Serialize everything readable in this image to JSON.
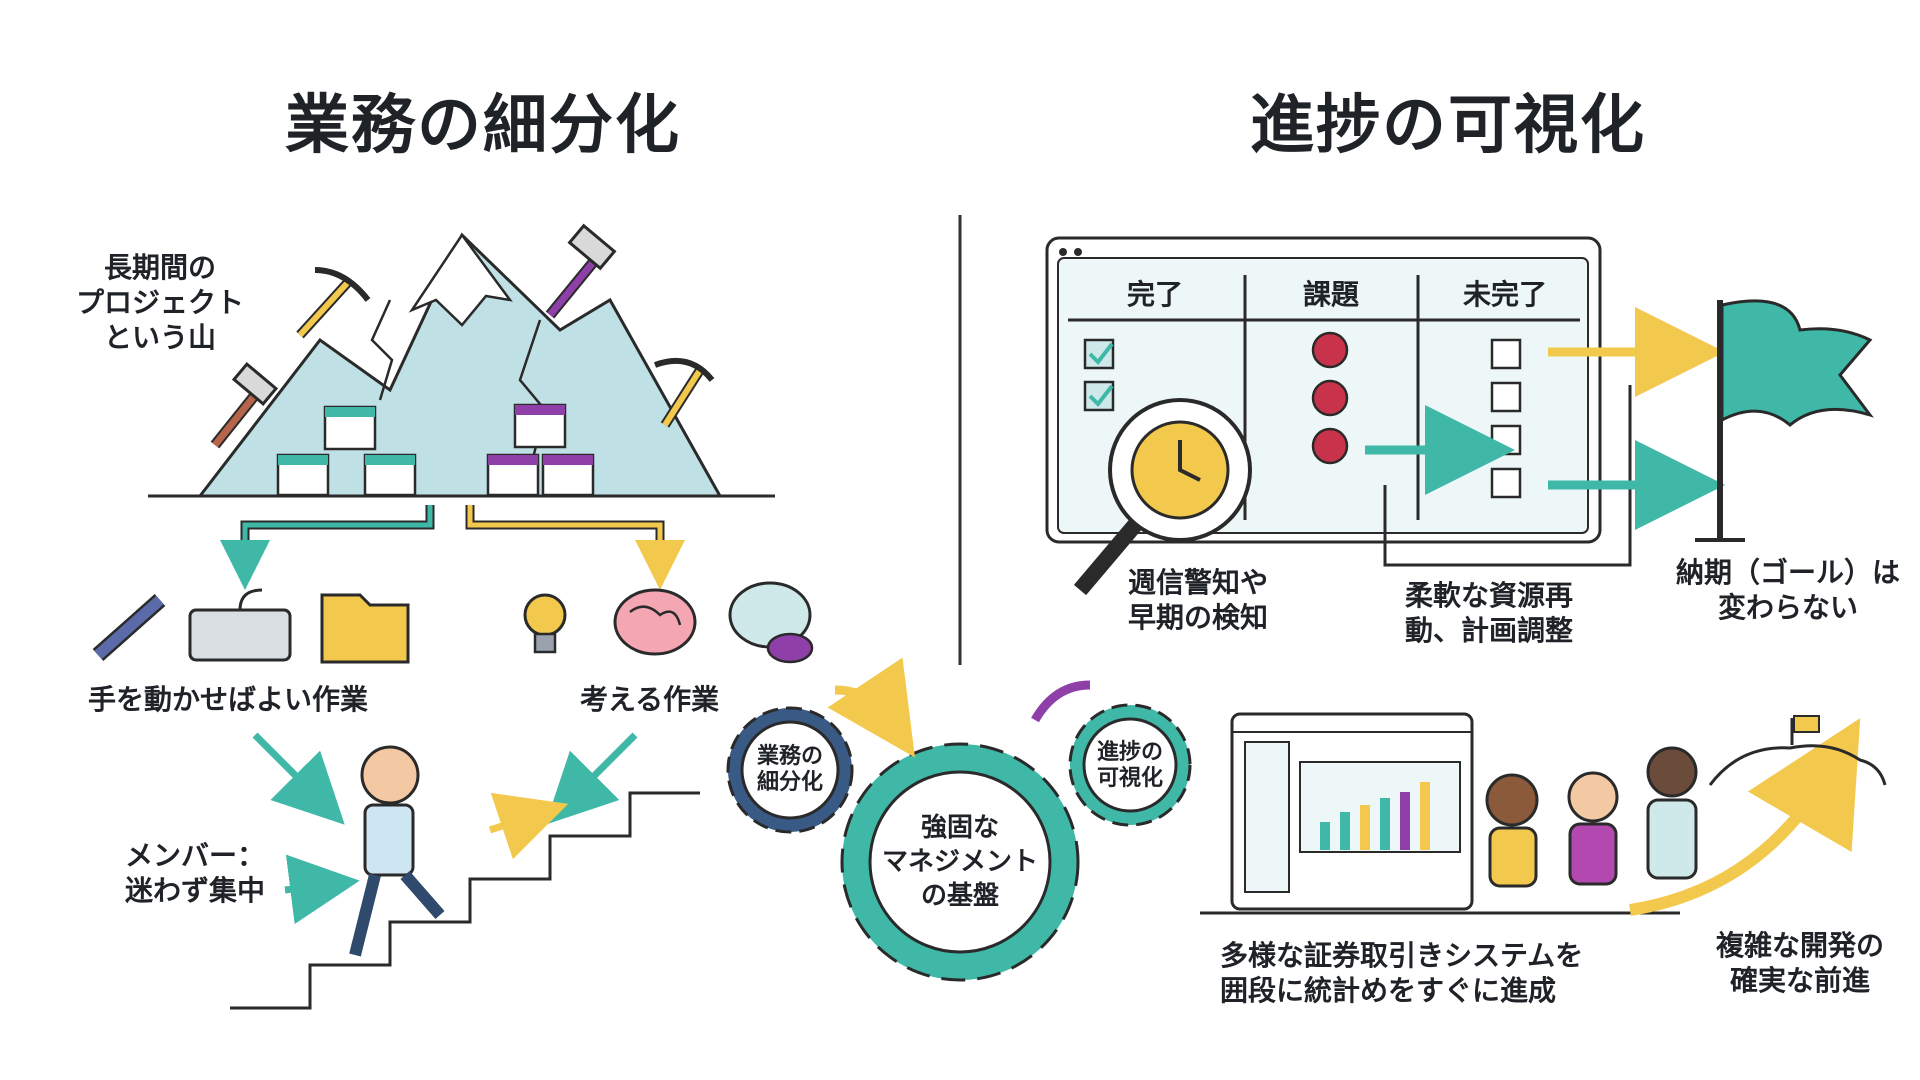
{
  "titles": {
    "left": "業務の細分化",
    "right": "進捗の可視化"
  },
  "left": {
    "mountain_label": [
      "長期間の",
      "プロジェクト",
      "という山"
    ],
    "manual_work": "手を動かせばよい作業",
    "thinking_work": "考える作業",
    "member_label": [
      "メンバー：",
      "迷わず集中"
    ]
  },
  "board": {
    "headers": [
      "完了",
      "課題",
      "未完了"
    ]
  },
  "right": {
    "weekly_alert": [
      "週信警知や",
      "早期の検知"
    ],
    "flexible": [
      "柔軟な資源再",
      "動、計画調整"
    ],
    "deadline": [
      "納期（ゴール）は",
      "変わらない"
    ],
    "securities": [
      "多様な証券取引きシステムを",
      "囲段に統計めをすぐに進成"
    ],
    "progress": [
      "複雑な開発の",
      "確実な前進"
    ]
  },
  "gears": {
    "left_gear": [
      "業務の",
      "細分化"
    ],
    "right_gear": [
      "進捗の",
      "可視化"
    ],
    "center": [
      "強固な",
      "マネジメント",
      "の基盤"
    ]
  },
  "colors": {
    "teal": "#3fb8a8",
    "yellow": "#f2c94c",
    "purple": "#8e3fa8",
    "navy": "#2f4a6d",
    "red": "#c8324a"
  }
}
